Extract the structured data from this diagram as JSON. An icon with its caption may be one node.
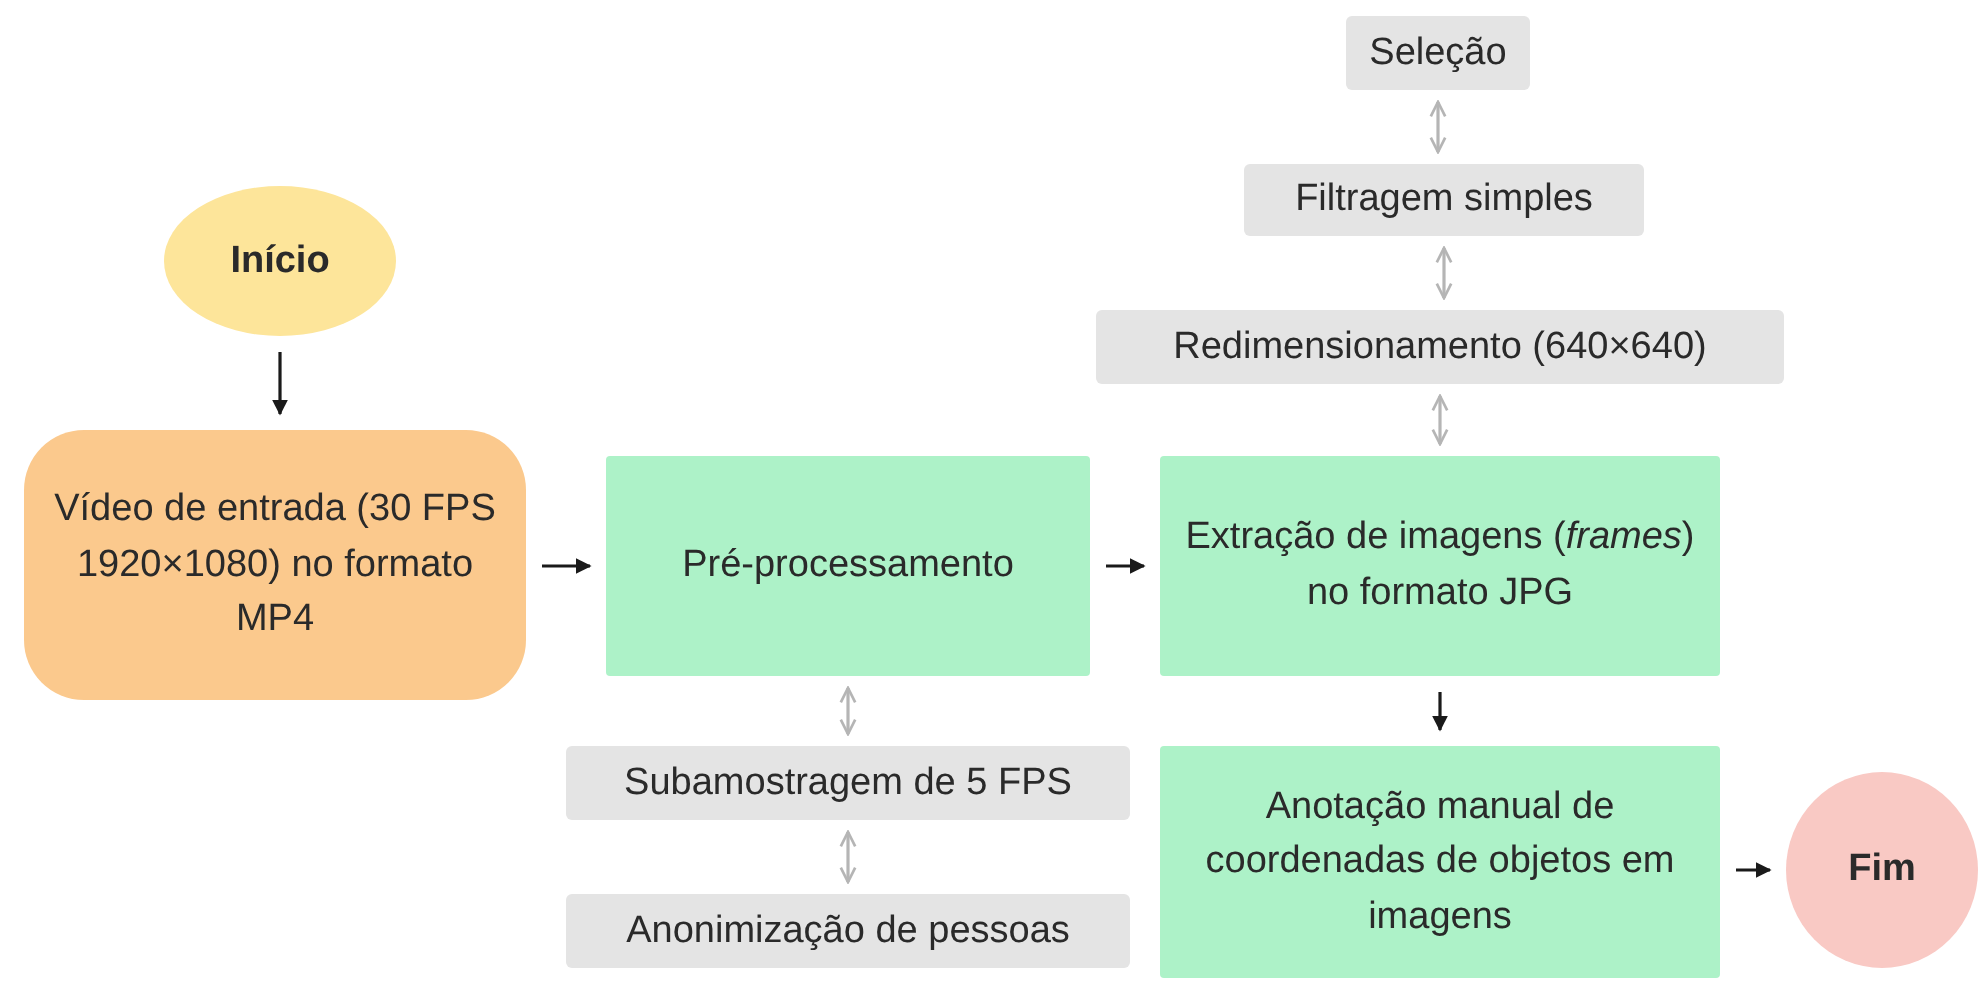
{
  "diagram": {
    "nodes": [
      {
        "text": [
          "Início"
        ]
      },
      {
        "text": [
          "Vídeo de entrada (30 FPS 1920×1080) no formato MP4"
        ]
      },
      {
        "text": [
          "Pré-processamento"
        ]
      },
      {
        "text": [
          "Extração de imagens (*frames*) no formato JPG"
        ]
      },
      {
        "text": [
          "Anotação manual de coordenadas de objetos em imagens"
        ]
      },
      {
        "text": [
          "Fim"
        ]
      },
      {
        "text": [
          "Seleção"
        ]
      },
      {
        "text": [
          "Filtragem simples"
        ]
      },
      {
        "text": [
          "Redimensionamento (640×640)"
        ]
      },
      {
        "text": [
          "Subamostragem de 5 FPS"
        ]
      },
      {
        "text": [
          "Anonimização de pessoas"
        ]
      }
    ],
    "edges": [
      {
        "from": 0,
        "to": 1,
        "arrow": "to"
      },
      {
        "from": 1,
        "to": 2,
        "arrow": "to"
      },
      {
        "from": 2,
        "to": 3,
        "arrow": "to"
      },
      {
        "from": 3,
        "to": 4,
        "arrow": "to"
      },
      {
        "from": 4,
        "to": 5,
        "arrow": "to"
      },
      {
        "from": 6,
        "to": 7,
        "arrow": "both",
        "color": "#b5b5b5"
      },
      {
        "from": 7,
        "to": 8,
        "arrow": "both",
        "color": "#b5b5b5"
      },
      {
        "from": 8,
        "to": 3,
        "arrow": "both",
        "color": "#b5b5b5"
      },
      {
        "from": 2,
        "to": 9,
        "arrow": "both",
        "color": "#b5b5b5"
      },
      {
        "from": 9,
        "to": 10,
        "arrow": "both",
        "color": "#b5b5b5"
      }
    ]
  }
}
